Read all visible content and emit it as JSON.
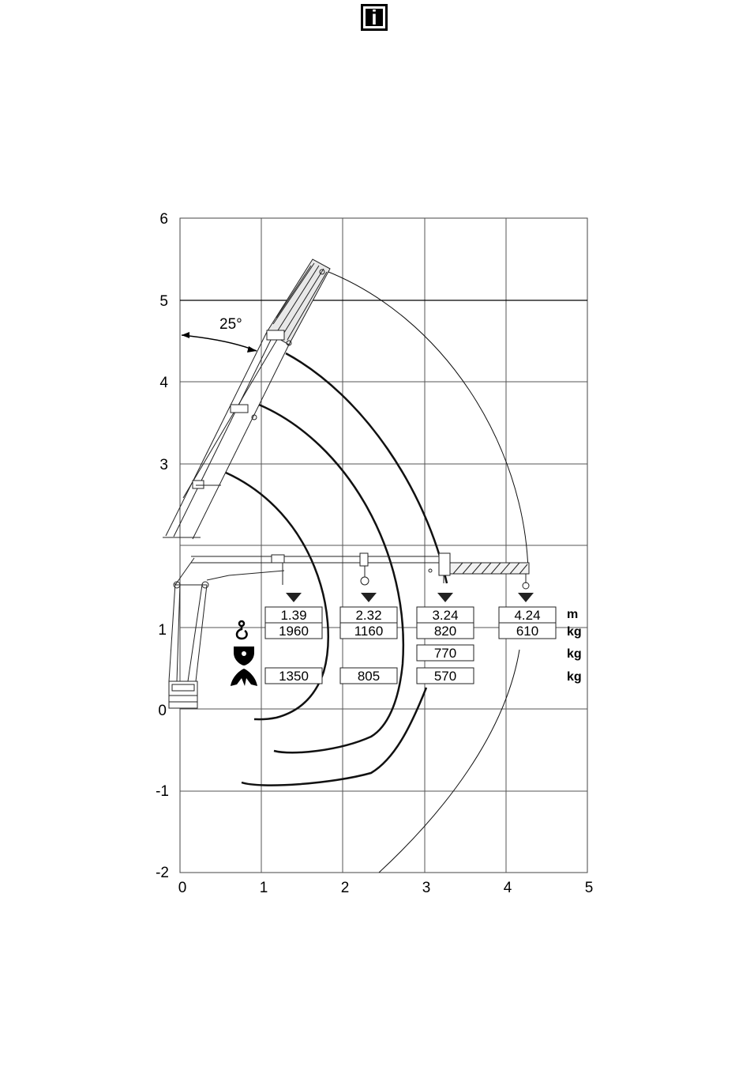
{
  "info_icon": {
    "name": "info-icon",
    "glyph": "i"
  },
  "chart": {
    "x_ticks": [
      "0",
      "1",
      "2",
      "3",
      "4",
      "5"
    ],
    "y_ticks": [
      "6",
      "5",
      "4",
      "3",
      "1",
      "0",
      "-1",
      "-2"
    ],
    "angle_label": "25°",
    "reach_row": [
      "1.39",
      "2.32",
      "3.24",
      "4.24"
    ],
    "reach_unit": "m",
    "hook_row": [
      "1960",
      "1160",
      "820",
      "610"
    ],
    "hook_unit": "kg",
    "clamshell_row": [
      "",
      "",
      "770",
      ""
    ],
    "clamshell_unit": "kg",
    "grapple_row": [
      "1350",
      "805",
      "570",
      ""
    ],
    "grapple_unit": "kg"
  },
  "chart_data": {
    "type": "table",
    "xlim": [
      0,
      5
    ],
    "ylim": [
      -2,
      6
    ],
    "angle": "25°",
    "columns": [
      "1.39",
      "2.32",
      "3.24",
      "4.24"
    ],
    "rows": [
      {
        "icon": "hook-icon",
        "unit": "kg",
        "values": [
          "1960",
          "1160",
          "820",
          "610"
        ]
      },
      {
        "icon": "clamshell-bucket-icon",
        "unit": "kg",
        "values": [
          null,
          null,
          "770",
          null
        ]
      },
      {
        "icon": "grapple-icon",
        "unit": "kg",
        "values": [
          "1350",
          "805",
          "570",
          null
        ]
      }
    ],
    "reach_unit": "m",
    "grid": true
  }
}
